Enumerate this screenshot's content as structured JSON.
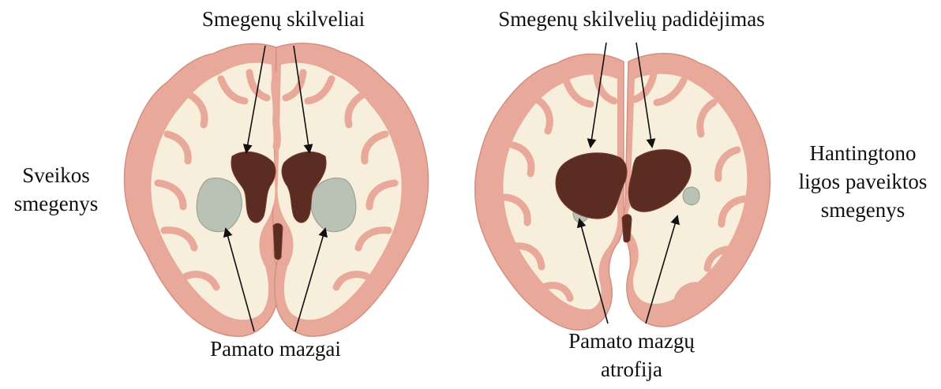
{
  "labels": {
    "ventricles_healthy": "Smegenų skilveliai",
    "ventricles_enlarged": "Smegenų skilvelių padidėjimas",
    "healthy_line1": "Sveikos",
    "healthy_line2": "smegenys",
    "hd_line1": "Hantingtono",
    "hd_line2": "ligos paveiktos",
    "hd_line3": "smegenys",
    "basal_ganglia": "Pamato mazgai",
    "atrophy_line1": "Pamato mazgų",
    "atrophy_line2": "atrofija"
  },
  "colors": {
    "cortex": "#e8a99a",
    "cortex_edge": "#d48f80",
    "white_matter": "#f7eedb",
    "ventricle": "#5a2c22",
    "ventricle_edge": "#7a3a2c",
    "ganglia": "#b9c2b4",
    "ganglia_edge": "#9aa596",
    "arrow": "#111111"
  }
}
